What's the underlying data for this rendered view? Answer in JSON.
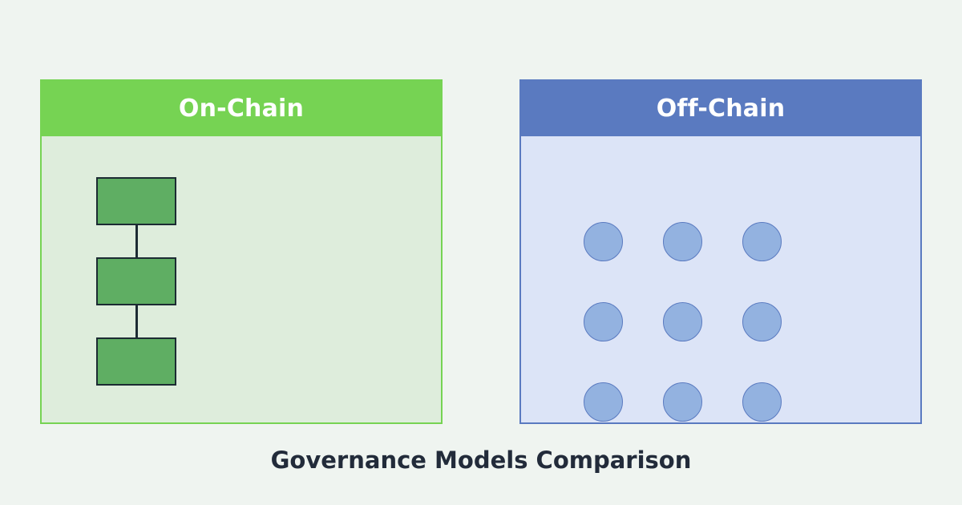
{
  "caption": "Governance Models Comparison",
  "background_color": "#eff4f0",
  "caption_color": "#222b3a",
  "panels": [
    {
      "id": "on-chain",
      "title": "On-Chain",
      "header_color": "#76d353",
      "body_color": "#deeddc",
      "border_color": "#76d353",
      "diagram_type": "linked-chain",
      "node_shape": "rectangle",
      "node_count": 3,
      "node_color": "#5fae63",
      "node_border_color": "#1c2b33",
      "link_count": 2,
      "link_color": "#1c2b33"
    },
    {
      "id": "off-chain",
      "title": "Off-Chain",
      "header_color": "#5a7ac0",
      "body_color": "#dce4f7",
      "border_color": "#5a7ac0",
      "diagram_type": "node-grid",
      "node_shape": "circle",
      "node_count": 9,
      "grid_rows": 3,
      "grid_cols": 3,
      "node_color": "#93b2e0",
      "node_border_color": "#5a7ac0",
      "link_count": 0
    }
  ]
}
